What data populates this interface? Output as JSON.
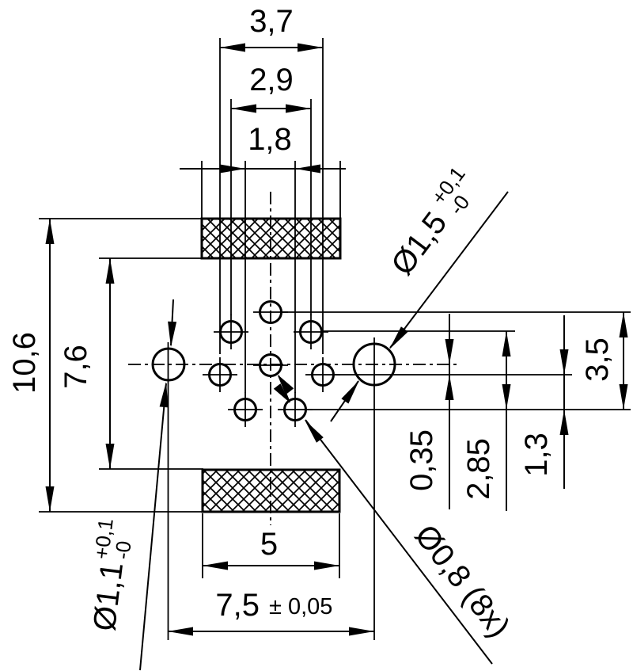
{
  "dimensions": {
    "outer_width": "3,7",
    "mid_width": "2,9",
    "inner_width": "1,8",
    "overall_height": "10,6",
    "inner_height": "7,6",
    "pad_width": "5",
    "hole_pitch": "7,5",
    "hole_pitch_tolerance": "± 0,05",
    "center_offset": "0,35",
    "row_span": "2,85",
    "bottom_row_gap": "1,3",
    "vertical_span": "3,5"
  },
  "hole_callouts": {
    "large_right": {
      "main": "Ø1,5",
      "tol_plus": "+0,1",
      "tol_minus": "-0"
    },
    "large_left": {
      "main": "Ø1,1",
      "tol_plus": "+0,1",
      "tol_minus": "-0"
    },
    "small_pattern": {
      "main": "Ø0,8 (8x)"
    }
  }
}
